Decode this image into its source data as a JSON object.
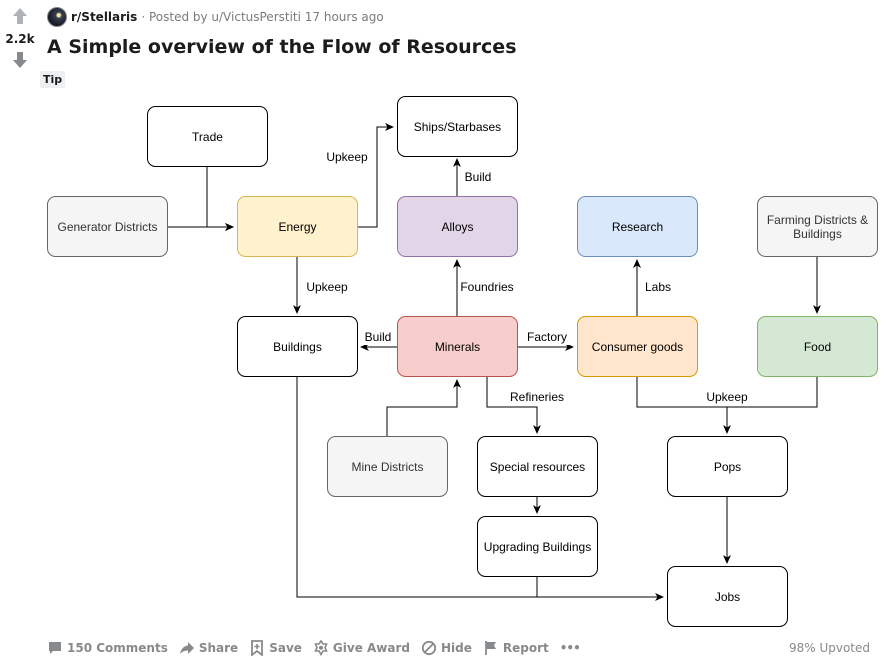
{
  "post": {
    "subreddit": "r/Stellaris",
    "posted_by": "· Posted by u/VictusPerstiti 17 hours ago",
    "score": "2.2k",
    "title": "A Simple overview of the Flow of Resources",
    "flair": "Tip"
  },
  "diagram": {
    "nodes": {
      "trade": "Trade",
      "ships": "Ships/Starbases",
      "generator": "Generator Districts",
      "energy": "Energy",
      "alloys": "Alloys",
      "research": "Research",
      "farming_1": "Farming Districts &",
      "farming_2": "Buildings",
      "buildings": "Buildings",
      "minerals": "Minerals",
      "consumer": "Consumer goods",
      "food": "Food",
      "mine": "Mine Districts",
      "special": "Special resources",
      "pops": "Pops",
      "upgrading": "Upgrading Buildings",
      "jobs": "Jobs"
    },
    "edge_labels": {
      "upkeep_ships": "Upkeep",
      "build_ships": "Build",
      "upkeep_buildings": "Upkeep",
      "foundries": "Foundries",
      "labs": "Labs",
      "build_buildings": "Build",
      "factory": "Factory",
      "refineries": "Refineries",
      "upkeep_pops": "Upkeep"
    },
    "colors": {
      "neutral_fill": "#f5f5f5",
      "energy_fill": "#fff2cc",
      "energy_stroke": "#d6b656",
      "alloys_fill": "#e1d5e7",
      "alloys_stroke": "#9673a6",
      "research_fill": "#dae8fc",
      "research_stroke": "#6c8ebf",
      "minerals_fill": "#f8cecc",
      "minerals_stroke": "#b85450",
      "consumer_fill": "#ffe6cc",
      "consumer_stroke": "#d79b00",
      "food_fill": "#d5e8d4",
      "food_stroke": "#82b366"
    }
  },
  "actions": {
    "comments": "150 Comments",
    "share": "Share",
    "save": "Save",
    "award": "Give Award",
    "hide": "Hide",
    "report": "Report",
    "more": "•••",
    "upvoted": "98% Upvoted"
  }
}
